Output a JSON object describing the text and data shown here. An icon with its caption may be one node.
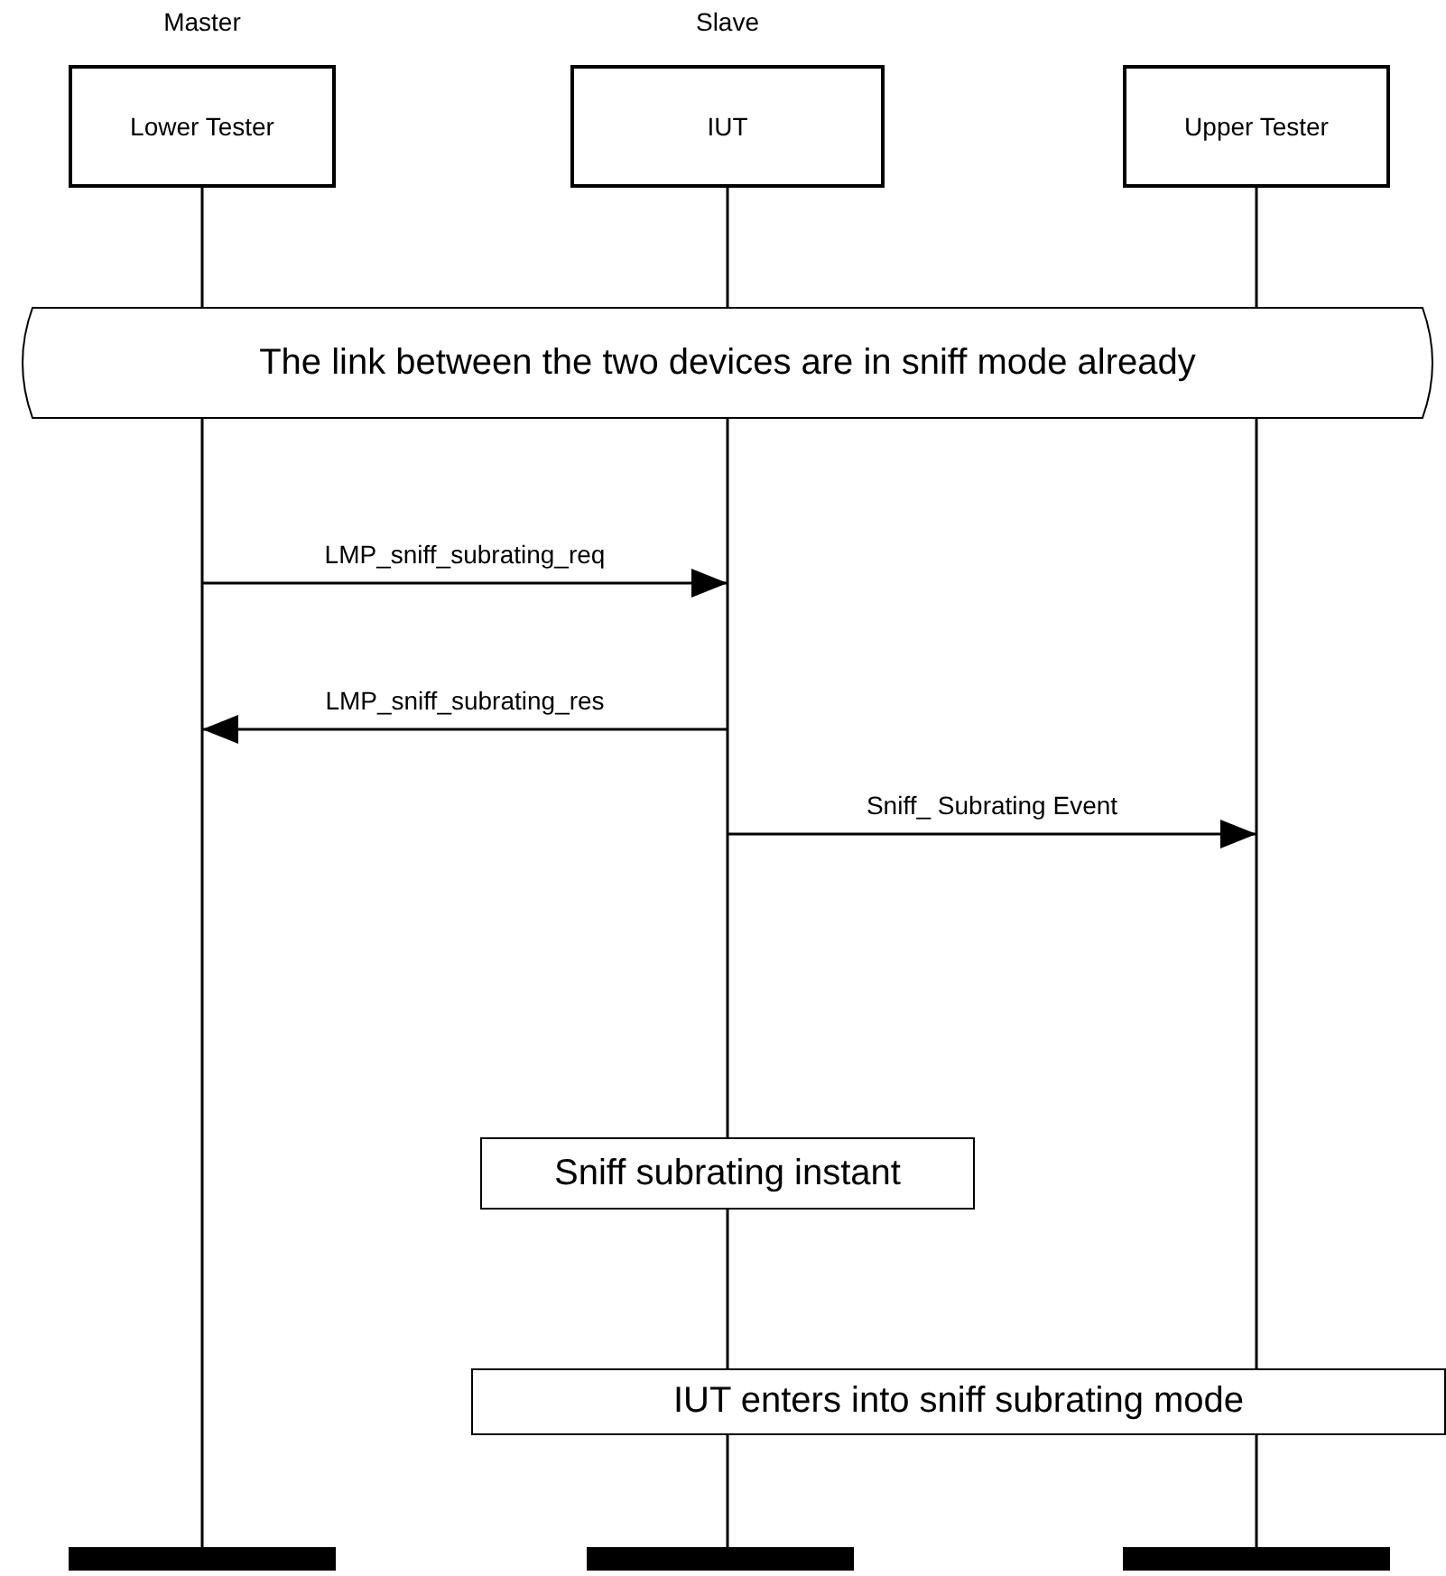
{
  "diagram": {
    "nodes": [
      {
        "text": [
          "Lower Tester"
        ],
        "beside": [
          "Master"
        ]
      },
      {
        "text": [
          "IUT"
        ],
        "beside": [
          "Slave"
        ]
      },
      {
        "text": [
          "Upper Tester"
        ]
      },
      {
        "text": [
          "The link between the two devices are in sniff mode already"
        ]
      },
      {
        "text": [
          "Sniff subrating instant"
        ]
      },
      {
        "text": [
          "IUT enters into sniff subrating mode"
        ]
      }
    ],
    "edges": [
      {
        "from": 0,
        "to": 1,
        "arrow": "to",
        "label": "LMP_sniff_subrating_req"
      },
      {
        "from": 1,
        "to": 0,
        "arrow": "to",
        "label": "LMP_sniff_subrating_res"
      },
      {
        "from": 1,
        "to": 2,
        "arrow": "to",
        "label": "Sniff_ Subrating Event"
      }
    ]
  }
}
